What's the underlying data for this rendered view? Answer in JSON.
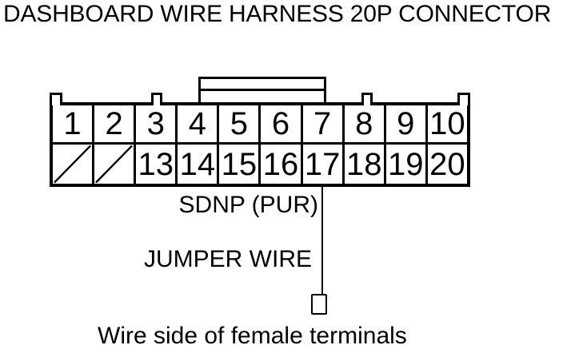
{
  "title": "DASHBOARD WIRE HARNESS 20P CONNECTOR",
  "connector": {
    "pin_rows": [
      {
        "cells": [
          {
            "label": "1"
          },
          {
            "label": "2"
          },
          {
            "label": "3"
          },
          {
            "label": "4"
          },
          {
            "label": "5"
          },
          {
            "label": "6"
          },
          {
            "label": "7"
          },
          {
            "label": "8"
          },
          {
            "label": "9"
          },
          {
            "label": "10"
          }
        ]
      },
      {
        "cells": [
          {
            "slash": true
          },
          {
            "slash": true
          },
          {
            "label": "13"
          },
          {
            "label": "14"
          },
          {
            "label": "15"
          },
          {
            "label": "16"
          },
          {
            "label": "17"
          },
          {
            "label": "18"
          },
          {
            "label": "19"
          },
          {
            "label": "20"
          }
        ]
      }
    ],
    "jumper_pin": "17"
  },
  "wire": {
    "label": "SDNP (PUR)"
  },
  "jumper": {
    "label": "JUMPER WIRE"
  },
  "caption": "Wire side of female terminals",
  "colors": {
    "ink": "#000000",
    "paper": "#ffffff"
  }
}
